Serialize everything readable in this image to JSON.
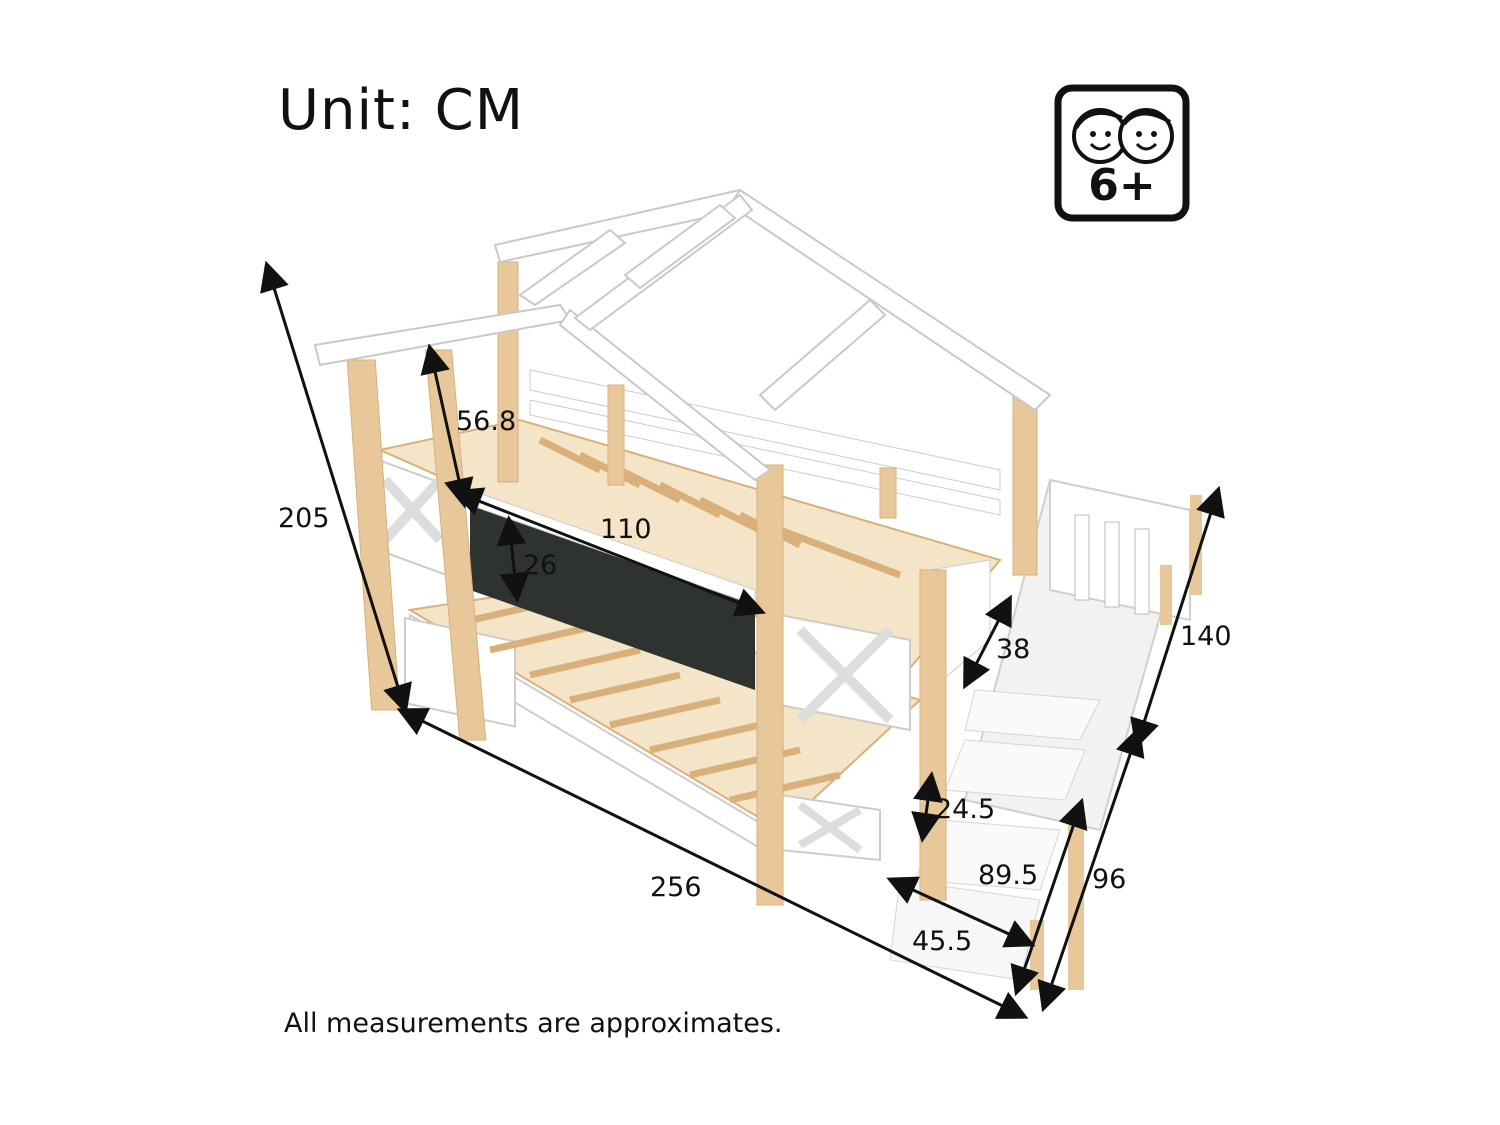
{
  "header": {
    "unit_label": "Unit: CM"
  },
  "badge": {
    "age_label": "6+",
    "icon": "kids-faces-icon"
  },
  "footer": {
    "note": "All measurements are approximates."
  },
  "dimensions": {
    "height_total": "205",
    "length_total": "256",
    "depth_total": "140",
    "stair_depth": "96",
    "guard_height": "56.8",
    "panel_length": "110",
    "panel_height": "26",
    "upper_opening": "38",
    "step_height": "24.5",
    "stair_height": "89.5",
    "step_width": "45.5"
  },
  "colors": {
    "wood": "#e8c89a",
    "wood_dark": "#d9b07a",
    "white": "#ffffff",
    "panel": "#2f3330",
    "outline": "#bdbdbd",
    "text": "#111111"
  }
}
